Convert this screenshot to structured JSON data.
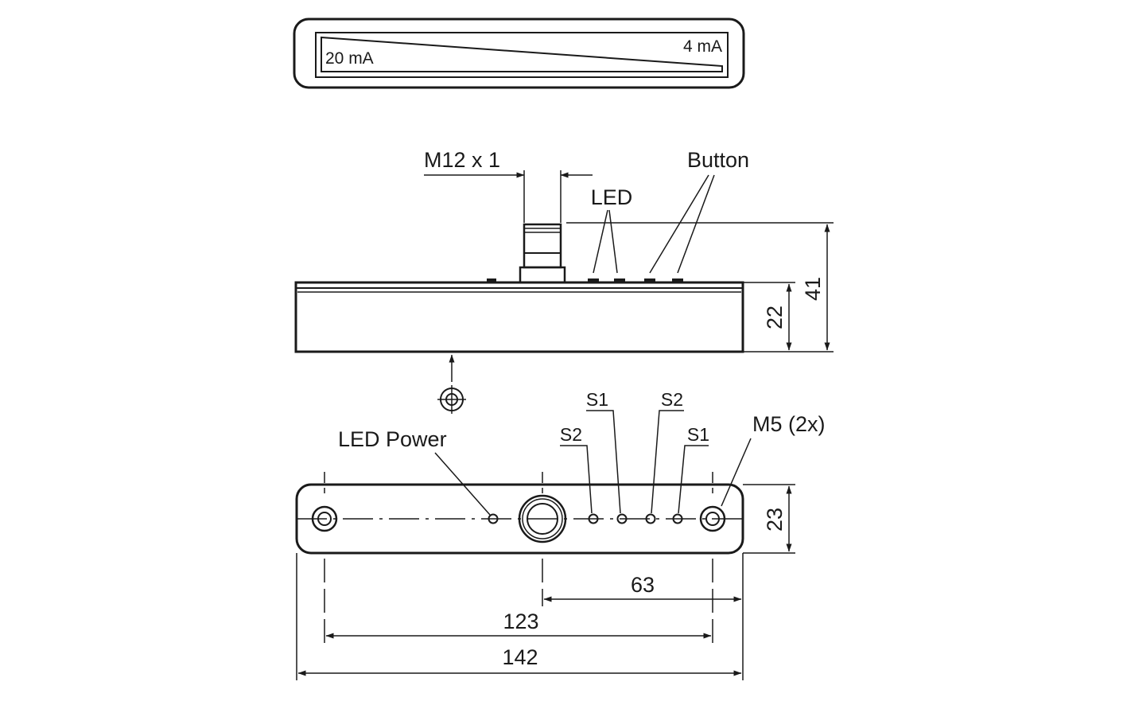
{
  "gauge": {
    "left_label": "20 mA",
    "right_label": "4 mA"
  },
  "side_view": {
    "thread_label": "M12 x 1",
    "led_label": "LED",
    "button_label": "Button",
    "height_body": "22",
    "height_total": "41"
  },
  "top_view": {
    "led_power_label": "LED Power",
    "switch_labels": [
      "S2",
      "S1",
      "S2",
      "S1"
    ],
    "mount_label": "M5 (2x)",
    "width": "23",
    "dim_63": "63",
    "dim_123": "123",
    "dim_142": "142"
  },
  "colors": {
    "line": "#1a1a1a",
    "background": "#ffffff"
  }
}
